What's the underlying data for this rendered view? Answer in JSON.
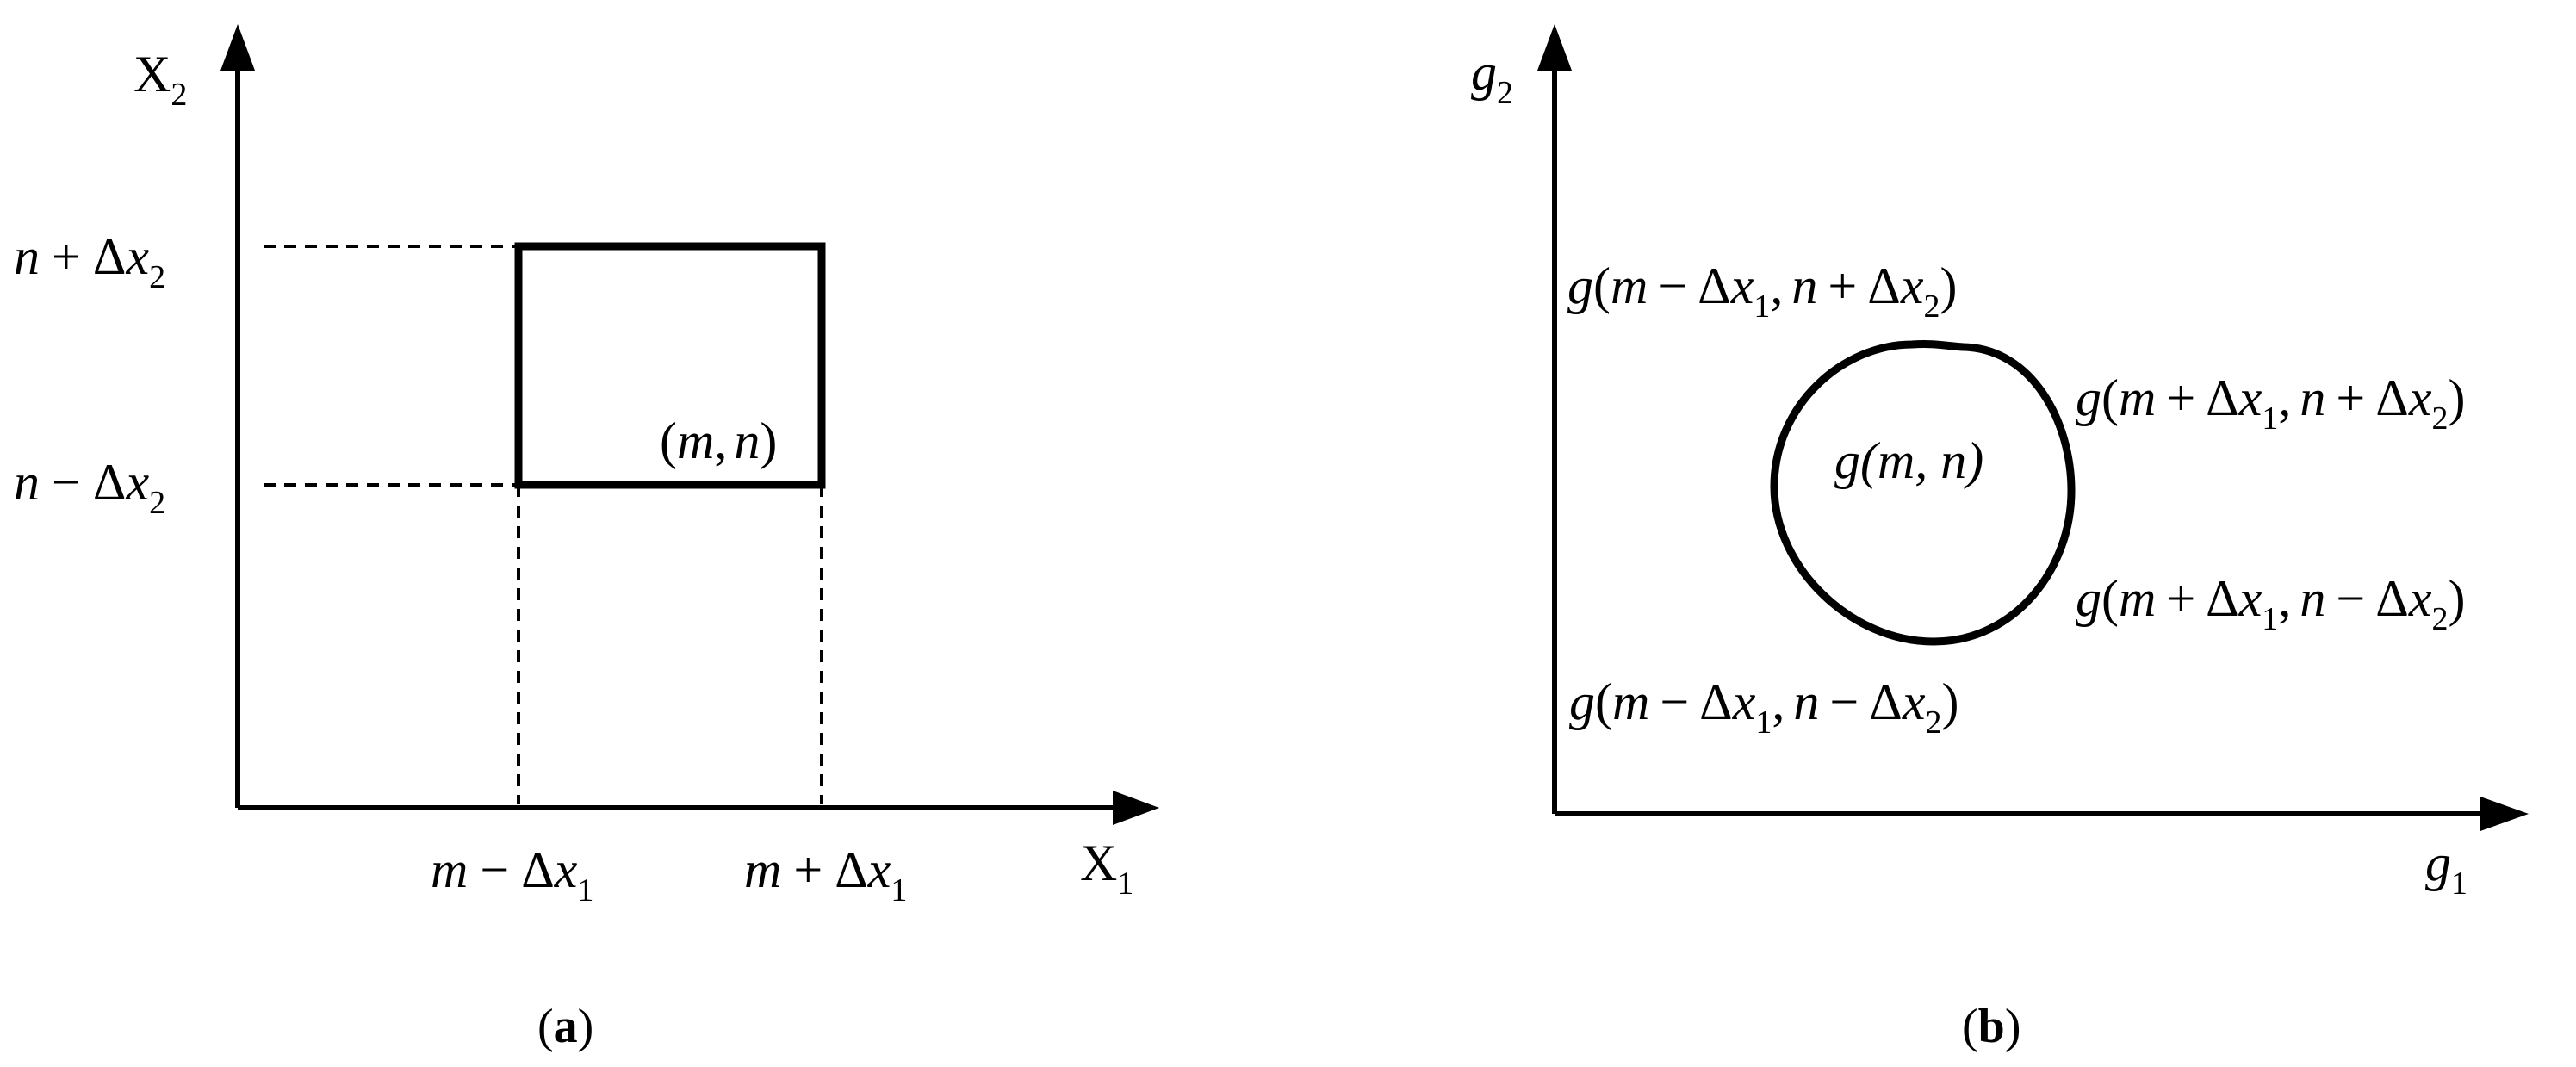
{
  "panel_a": {
    "y_axis": {
      "main": "X",
      "sub": "2"
    },
    "x_axis": {
      "main": "X",
      "sub": "1"
    },
    "tick_n_plus": {
      "base": "n",
      "op": "+",
      "delta": "Δ",
      "var": "x",
      "sub": "2"
    },
    "tick_n_minus": {
      "base": "n",
      "op": "−",
      "delta": "Δ",
      "var": "x",
      "sub": "2"
    },
    "tick_m_minus": {
      "base": "m",
      "op": "−",
      "delta": "Δ",
      "var": "x",
      "sub": "1"
    },
    "tick_m_plus": {
      "base": "m",
      "op": "+",
      "delta": "Δ",
      "var": "x",
      "sub": "1"
    },
    "point_label": {
      "open": "(",
      "m": "m",
      "comma": ",",
      "n": "n",
      "close": ")"
    },
    "caption": {
      "open": "(",
      "letter": "a",
      "close": ")"
    }
  },
  "panel_b": {
    "y_axis": {
      "main": "g",
      "sub": "2"
    },
    "x_axis": {
      "main": "g",
      "sub": "1"
    },
    "center_label": {
      "text": "g(m, n)"
    },
    "label_top_left": {
      "g": "g",
      "open": "(",
      "m": "m",
      "op1": "−",
      "d1": "Δ",
      "x1": "x",
      "s1": "1",
      "comma": ",",
      "n": "n",
      "op2": "+",
      "d2": "Δ",
      "x2": "x",
      "s2": "2",
      "close": ")"
    },
    "label_top_right": {
      "g": "g",
      "open": "(",
      "m": "m",
      "op1": "+",
      "d1": "Δ",
      "x1": "x",
      "s1": "1",
      "comma": ",",
      "n": "n",
      "op2": "+",
      "d2": "Δ",
      "x2": "x",
      "s2": "2",
      "close": ")"
    },
    "label_bottom_right": {
      "g": "g",
      "open": "(",
      "m": "m",
      "op1": "+",
      "d1": "Δ",
      "x1": "x",
      "s1": "1",
      "comma": ",",
      "n": "n",
      "op2": "−",
      "d2": "Δ",
      "x2": "x",
      "s2": "2",
      "close": ")"
    },
    "label_bottom_left": {
      "g": "g",
      "open": "(",
      "m": "m",
      "op1": "−",
      "d1": "Δ",
      "x1": "x",
      "s1": "1",
      "comma": ",",
      "n": "n",
      "op2": "−",
      "d2": "Δ",
      "x2": "x",
      "s2": "2",
      "close": ")"
    },
    "caption": {
      "open": "(",
      "letter": "b",
      "close": ")"
    }
  }
}
